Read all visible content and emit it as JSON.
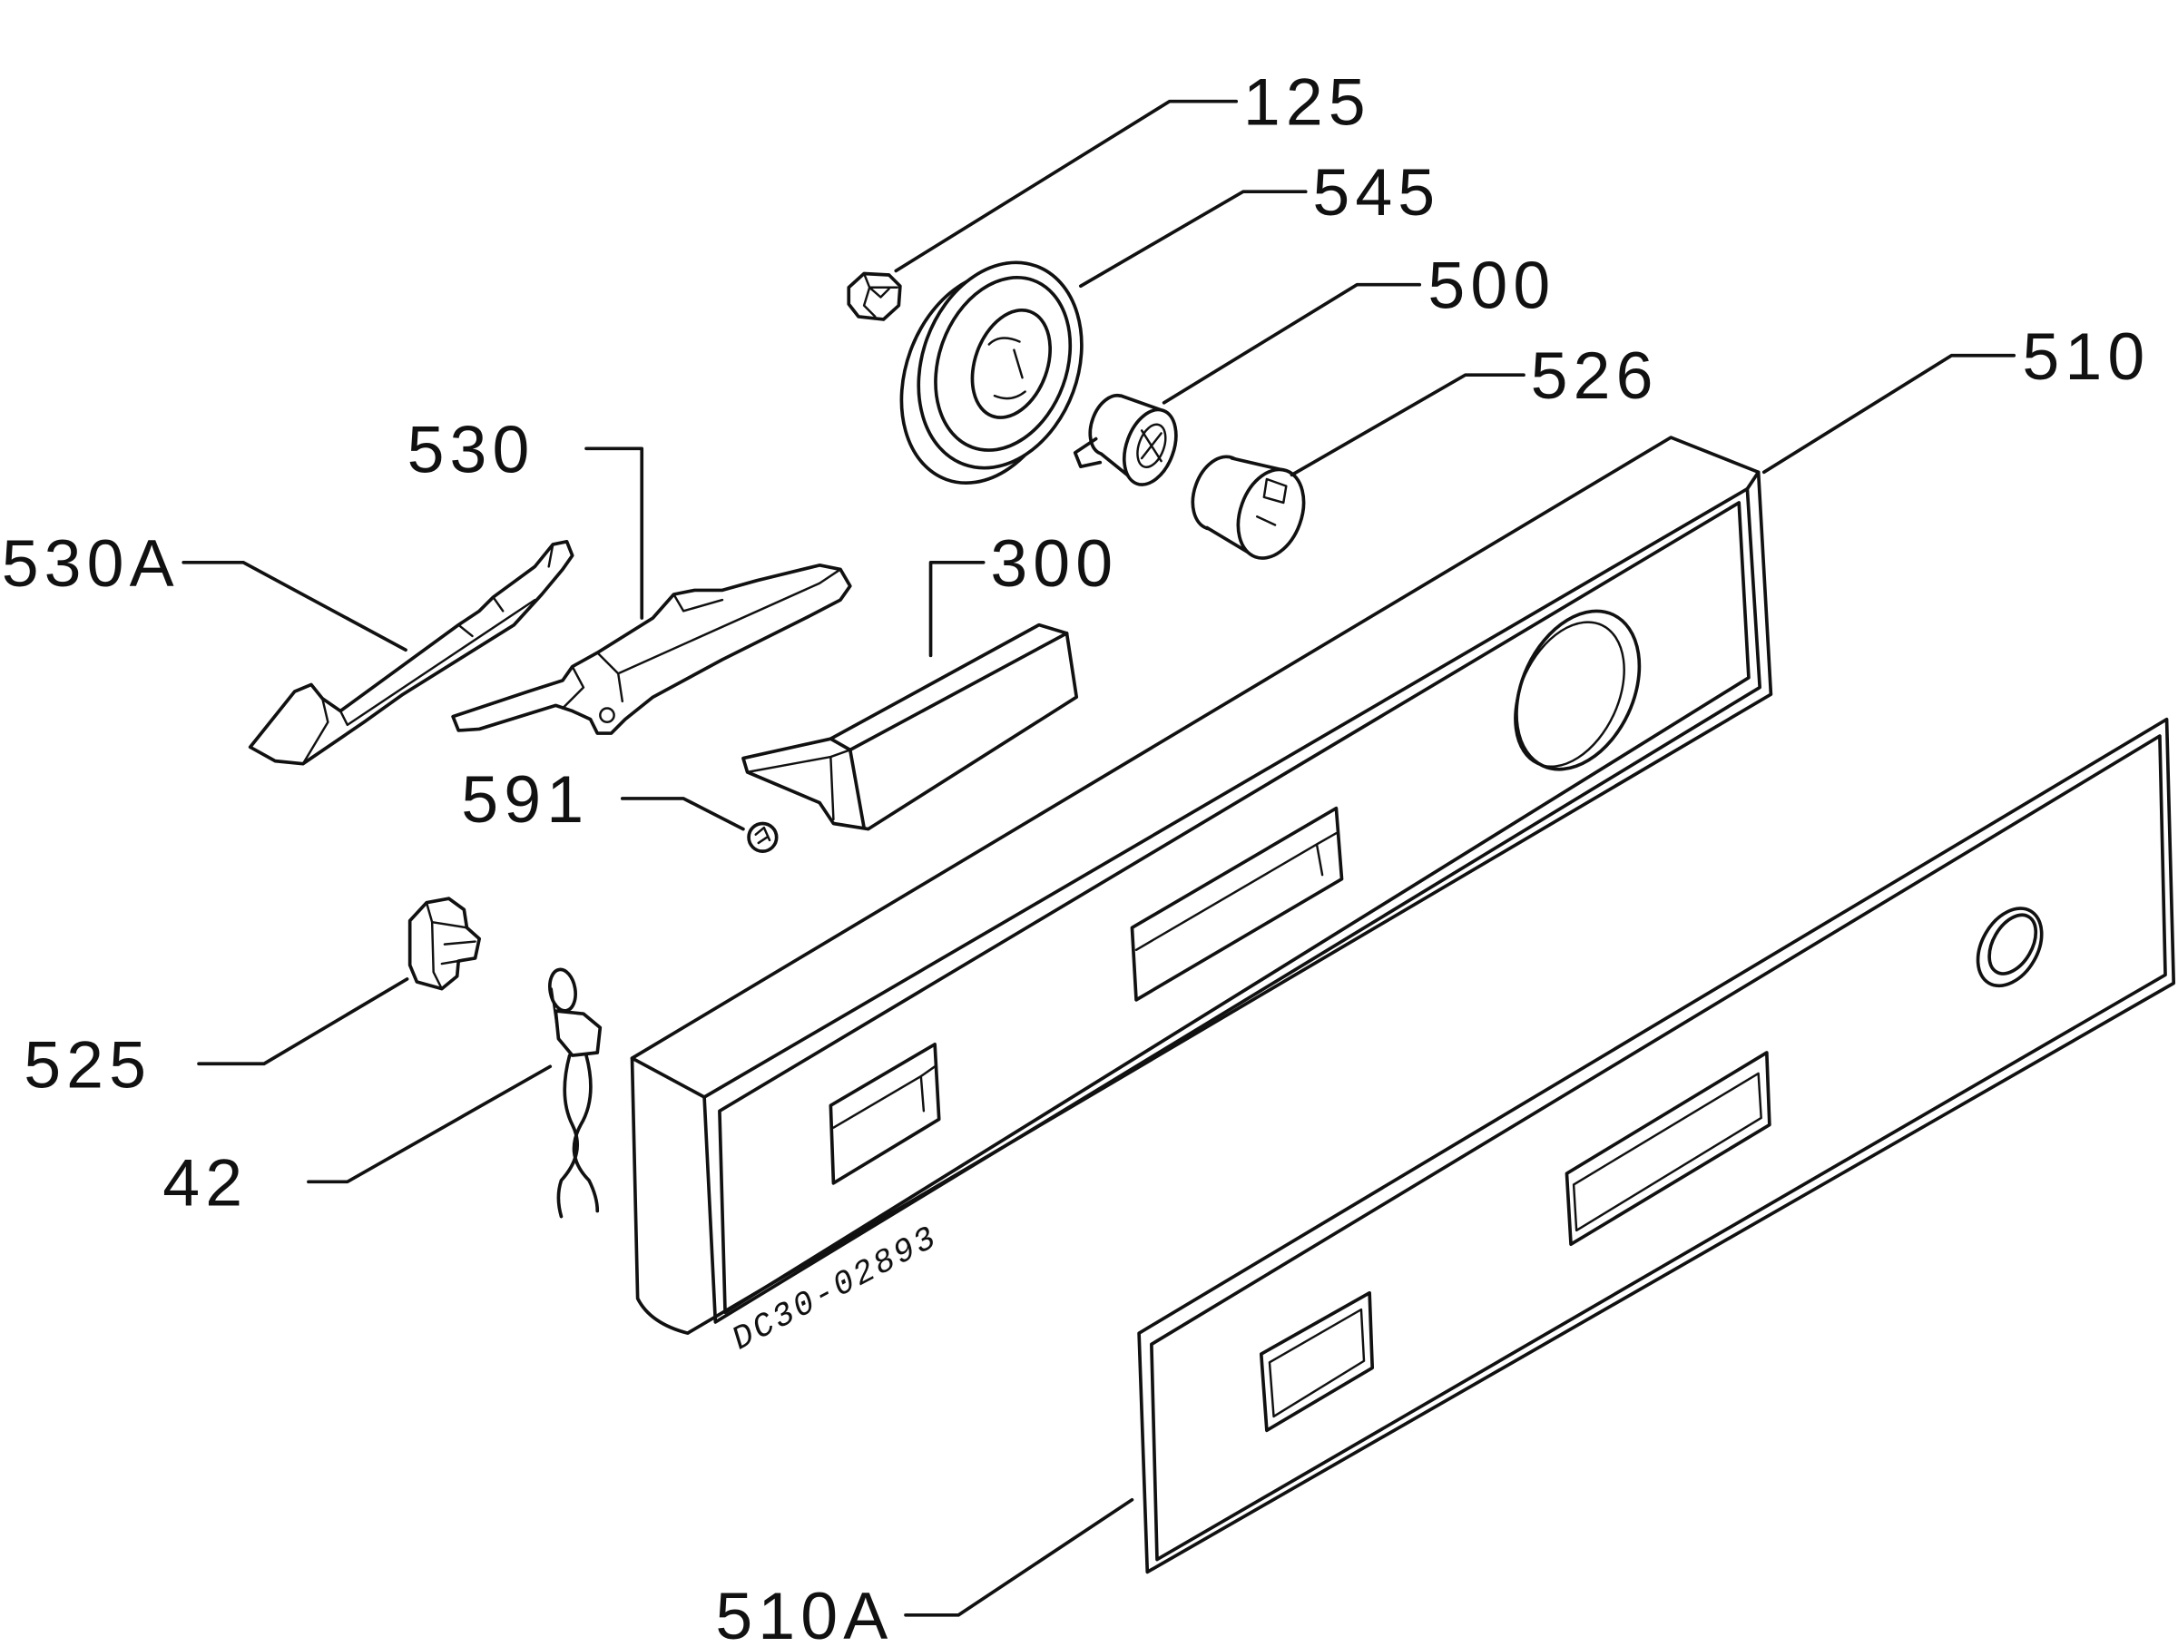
{
  "callouts": [
    "125",
    "545",
    "500",
    "526",
    "510",
    "530",
    "530A",
    "300",
    "591",
    "525",
    "42",
    "510A"
  ],
  "drawing_code": "DC30-02893"
}
